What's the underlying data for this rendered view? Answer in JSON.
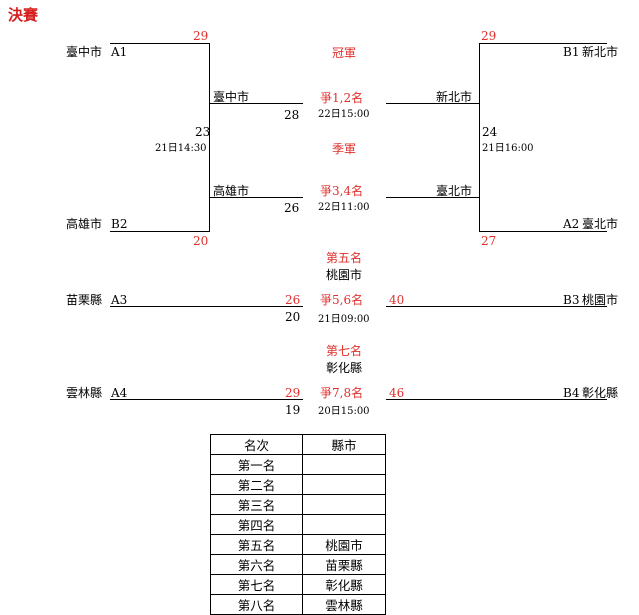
{
  "title": "決賽",
  "semis": {
    "left": {
      "top_team": "臺中市",
      "top_seed": "A1",
      "top_score": "29",
      "bot_team": "高雄市",
      "bot_seed": "B2",
      "bot_score": "20",
      "game_no": "23",
      "time": "21日14:30",
      "winner": "臺中市",
      "loser": "高雄市"
    },
    "right": {
      "top_team": "新北市",
      "top_seed": "B1",
      "top_score": "29",
      "bot_team": "臺北市",
      "bot_seed": "A2",
      "bot_score": "27",
      "game_no": "24",
      "time": "21日16:00",
      "winner": "新北市",
      "loser": "臺北市"
    }
  },
  "final": {
    "label": "冠軍",
    "match": "爭1,2名",
    "time": "22日15:00",
    "left_score": "28"
  },
  "third": {
    "label": "季軍",
    "match": "爭3,4名",
    "time": "22日11:00",
    "left_score": "26"
  },
  "fifth": {
    "label": "第五名",
    "winner": "桃園市",
    "match": "爭5,6名",
    "time": "21日09:00",
    "left_team": "苗栗縣",
    "left_seed": "A3",
    "left_score_red": "26",
    "left_score": "20",
    "right_team": "桃園市",
    "right_seed": "B3",
    "right_score": "40"
  },
  "seventh": {
    "label": "第七名",
    "winner": "彰化縣",
    "match": "爭7,8名",
    "time": "20日15:00",
    "left_team": "雲林縣",
    "left_seed": "A4",
    "left_score_red": "29",
    "left_score": "19",
    "right_team": "彰化縣",
    "right_seed": "B4",
    "right_score": "46"
  },
  "ranking": {
    "header_rank": "名次",
    "header_city": "縣市",
    "rows": [
      {
        "rank": "第一名",
        "city": ""
      },
      {
        "rank": "第二名",
        "city": ""
      },
      {
        "rank": "第三名",
        "city": ""
      },
      {
        "rank": "第四名",
        "city": ""
      },
      {
        "rank": "第五名",
        "city": "桃園市"
      },
      {
        "rank": "第六名",
        "city": "苗栗縣"
      },
      {
        "rank": "第七名",
        "city": "彰化縣"
      },
      {
        "rank": "第八名",
        "city": "雲林縣"
      }
    ]
  },
  "colors": {
    "accent_red": "#e0302c",
    "title_red": "#d62020",
    "line": "#000000"
  }
}
